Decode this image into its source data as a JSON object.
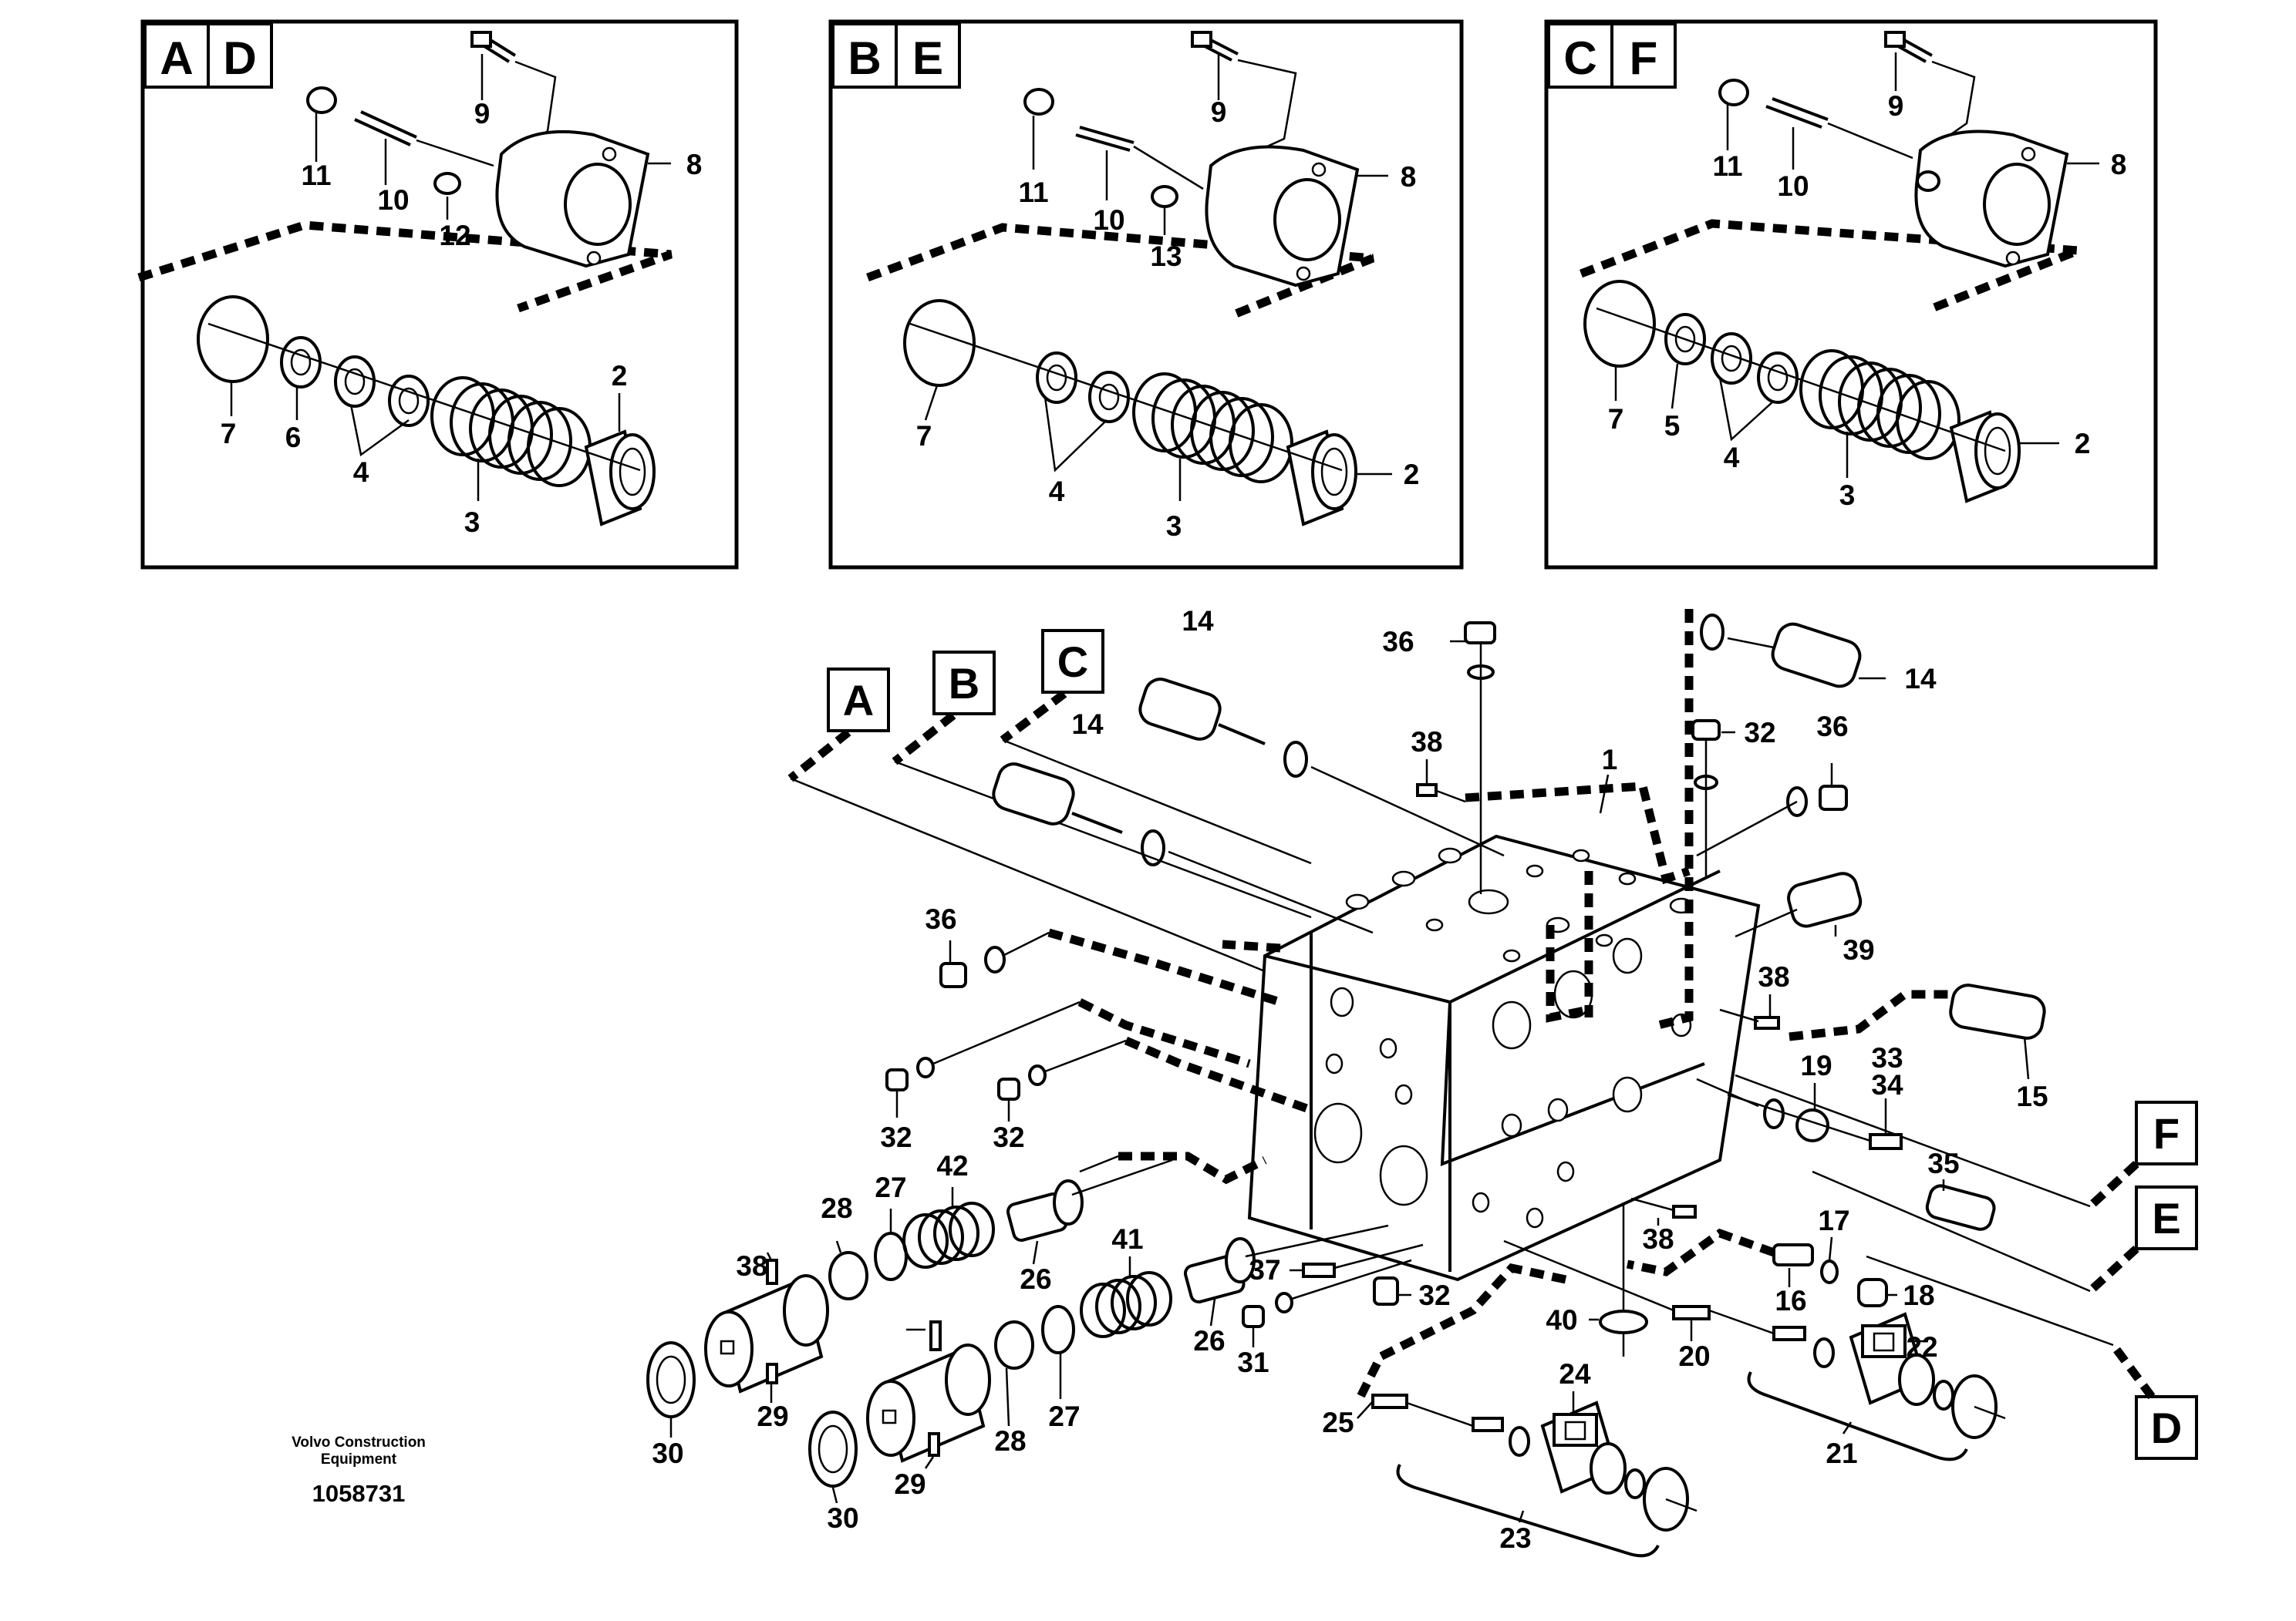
{
  "detail_boxes": [
    {
      "letters": [
        "A",
        "D"
      ],
      "labels": [
        "9",
        "11",
        "10",
        "12",
        "8",
        "7",
        "6",
        "4",
        "2",
        "3"
      ]
    },
    {
      "letters": [
        "B",
        "E"
      ],
      "labels": [
        "9",
        "11",
        "10",
        "13",
        "8",
        "7",
        "4",
        "3",
        "2"
      ]
    },
    {
      "letters": [
        "C",
        "F"
      ],
      "labels": [
        "9",
        "11",
        "10",
        "8",
        "7",
        "5",
        "4",
        "3",
        "2"
      ]
    }
  ],
  "callouts": {
    "A": "A",
    "B": "B",
    "C": "C",
    "D": "D",
    "E": "E",
    "F": "F"
  },
  "main_labels": [
    "14",
    "14",
    "36",
    "38",
    "14",
    "32",
    "36",
    "1",
    "39",
    "36",
    "38",
    "15",
    "19",
    "33",
    "34",
    "32",
    "32",
    "42",
    "28",
    "27",
    "35",
    "17",
    "41",
    "38",
    "37",
    "32",
    "16",
    "18",
    "26",
    "26",
    "31",
    "40",
    "38",
    "24",
    "22",
    "20",
    "25",
    "29",
    "28",
    "27",
    "30",
    "21",
    "23",
    "29",
    "30"
  ],
  "footer": {
    "maker": [
      "Volvo Construction",
      "Equipment"
    ],
    "drawing_number": "1058731"
  }
}
